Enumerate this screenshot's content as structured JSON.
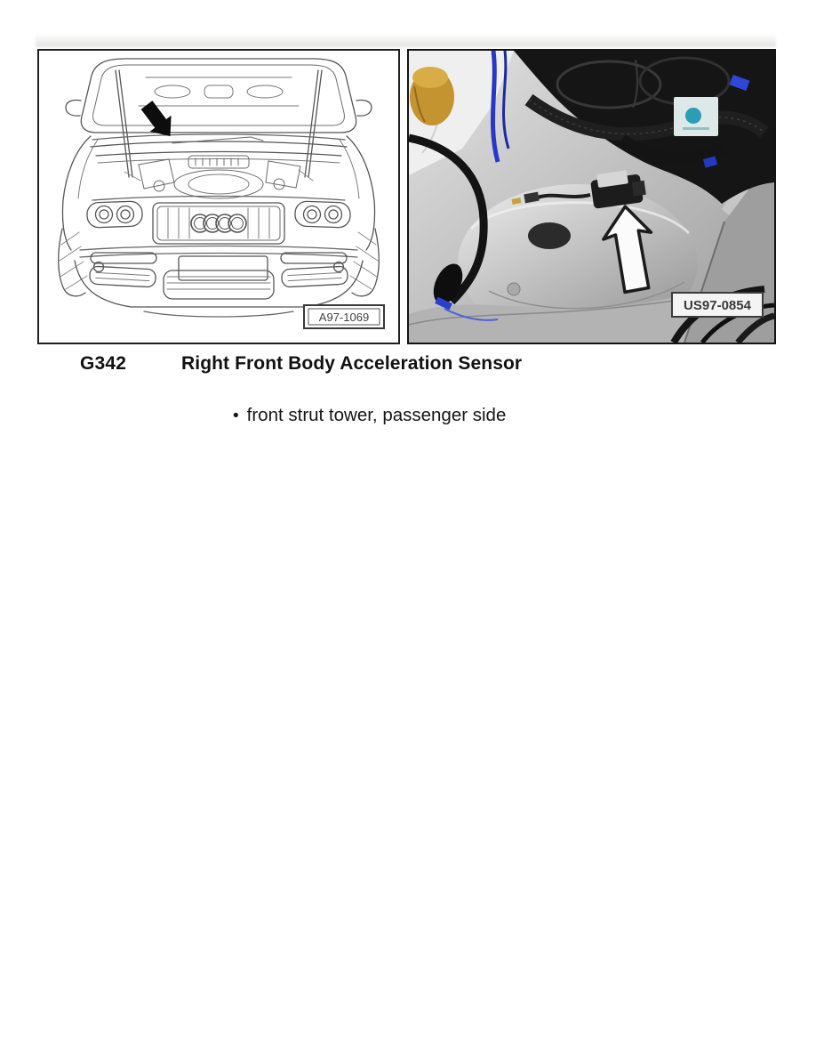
{
  "document": {
    "section_id": "G342",
    "section_title": "Right Front Body Acceleration Sensor",
    "bullet_glyph": "•",
    "bullet_text": "front strut tower, passenger side"
  },
  "figures": {
    "diagram": {
      "ref_label": "A97-1069",
      "description": "Line drawing of vehicle front with hood open; black arrow marks right front strut tower area",
      "arrow_color": "#0d0d0d"
    },
    "photo": {
      "ref_label": "US97-0854",
      "description": "Photo of right front strut tower with body acceleration sensor; white arrow marks sensor",
      "arrow_color": "#fbfbfb"
    }
  },
  "colors": {
    "page_background": "#ffffff",
    "text": "#111111",
    "frame_border": "#1f1f1f",
    "label_box_background": "#f4f4f4"
  }
}
